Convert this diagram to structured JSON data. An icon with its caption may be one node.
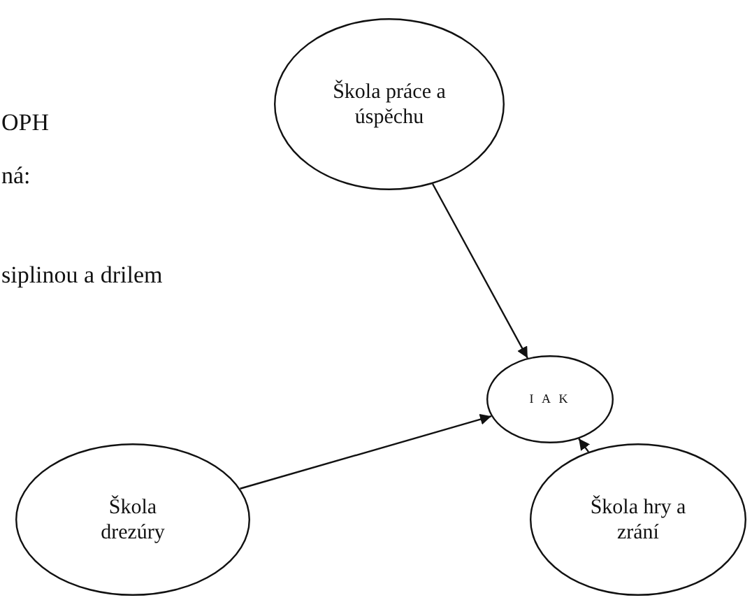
{
  "diagram": {
    "nodes": [
      {
        "text": [
          "Škola práce a úspěchu"
        ]
      },
      {
        "text": [
          "I A K"
        ]
      },
      {
        "text": [
          "Škola drezúry"
        ]
      },
      {
        "text": [
          "Škola hry a zrání"
        ]
      }
    ],
    "edges": [
      {
        "from": 0,
        "to": 1,
        "arrow": "to"
      },
      {
        "from": 2,
        "to": 1,
        "arrow": "to"
      },
      {
        "from": 3,
        "to": 1,
        "arrow": "to"
      }
    ],
    "labels": [
      "OPH",
      "ná:",
      "siplinou a drilem"
    ]
  }
}
